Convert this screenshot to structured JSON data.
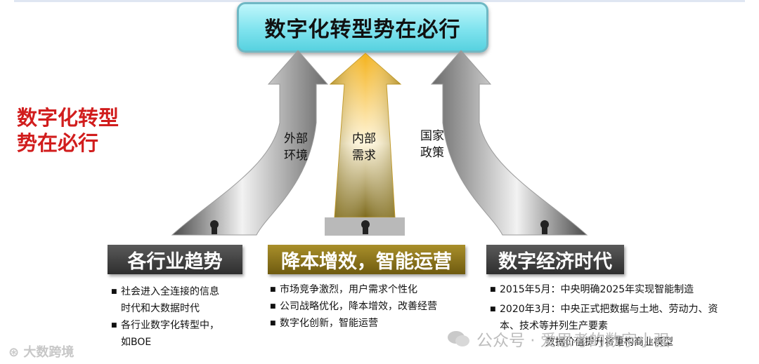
{
  "title": "数字化转型势在必行",
  "side_title": [
    "数字化转型",
    "势在必行"
  ],
  "arrows": {
    "left": [
      "外部",
      "环境"
    ],
    "center": [
      "内部",
      "需求"
    ],
    "right": [
      "国家",
      "政策"
    ]
  },
  "columns": [
    {
      "banner": "各行业趋势",
      "bullets": [
        [
          "社会进入全连接的信息",
          "时代和大数据时代"
        ],
        [
          "各行业数字化转型中，",
          "如BOE"
        ]
      ]
    },
    {
      "banner": "降本增效，智能运营",
      "bullets": [
        [
          "市场竞争激烈，用户需求个性化"
        ],
        [
          "公司战略优化，降本增效，改善经营"
        ],
        [
          "数字化创新，智能运营"
        ]
      ]
    },
    {
      "banner": "数字经济时代",
      "bullets": [
        [
          "2015年5月：中央明确2025年实现智能制造"
        ],
        [
          "2020年3月：中央正式把数据与土地、劳动力、资",
          "本、技术等并列生产要素"
        ]
      ],
      "extra": "数据价值提升将重构商业模型"
    }
  ],
  "watermarks": {
    "left": "大数跨境",
    "right": "公众号 · 爱思考的数字小强"
  },
  "colors": {
    "title_bg": "#7fe3ee",
    "side_title": "#d11d1d",
    "banner_dark": "#3a3a3a",
    "banner_gold": "#8a7419"
  }
}
